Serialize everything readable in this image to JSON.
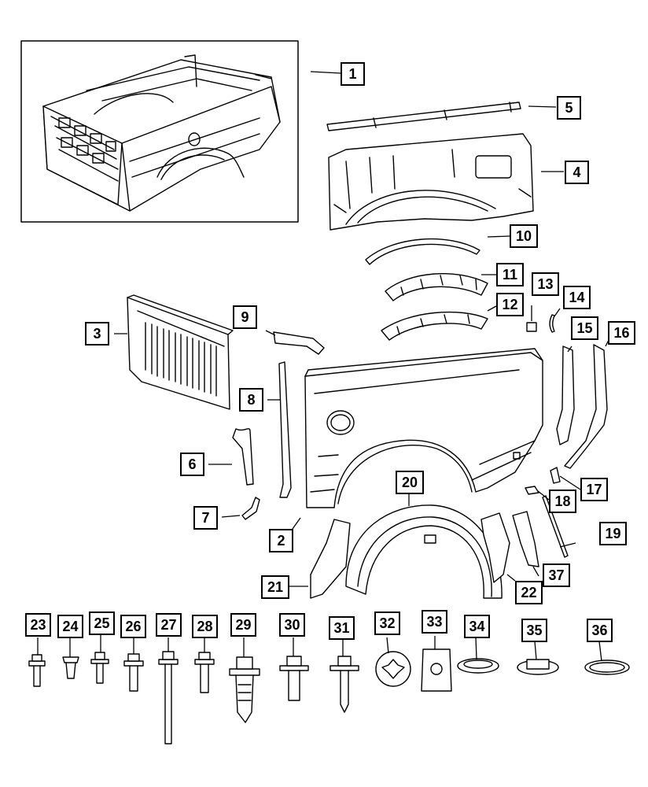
{
  "callouts": [
    "1",
    "2",
    "3",
    "4",
    "5",
    "6",
    "7",
    "8",
    "9",
    "10",
    "11",
    "12",
    "13",
    "14",
    "15",
    "16",
    "17",
    "18",
    "19",
    "20",
    "21",
    "22",
    "23",
    "24",
    "25",
    "26",
    "27",
    "28",
    "29",
    "30",
    "31",
    "32",
    "33",
    "34",
    "35",
    "36",
    "37"
  ],
  "colors": {
    "line": "#000000",
    "background": "#ffffff",
    "part_fill": "#ffffff",
    "shade": "#d9d9d9"
  }
}
